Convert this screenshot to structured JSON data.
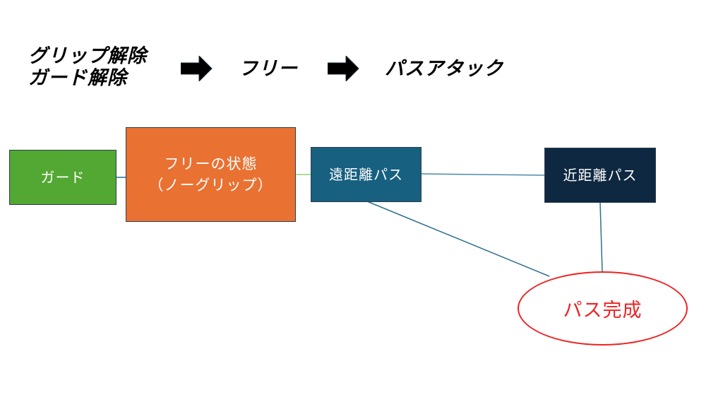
{
  "header": {
    "step1_line1": "グリップ解除",
    "step1_line2": "ガード解除",
    "step2": "フリー",
    "step3": "パスアタック",
    "arrow_icon": "right-arrow"
  },
  "nodes": {
    "guard": {
      "label": "ガード",
      "color": "#52a832"
    },
    "free_state": {
      "line1": "フリーの状態",
      "line2": "（ノーグリップ）",
      "color": "#e97132"
    },
    "long_pass": {
      "label": "遠距離パス",
      "color": "#176080"
    },
    "short_pass": {
      "label": "近距離パス",
      "color": "#0e2841"
    },
    "pass_complete": {
      "label": "パス完成",
      "color": "#ee2222"
    }
  },
  "connectors": [
    {
      "from": "guard",
      "to": "free_state",
      "color": "#1f6e95"
    },
    {
      "from": "free_state",
      "to": "long_pass",
      "color": "#8fd07a"
    },
    {
      "from": "long_pass",
      "to": "short_pass",
      "color": "#4a8cab"
    },
    {
      "from": "long_pass",
      "to": "pass_complete",
      "color": "#2e6f8e"
    },
    {
      "from": "short_pass",
      "to": "pass_complete",
      "color": "#2e6f8e"
    }
  ]
}
